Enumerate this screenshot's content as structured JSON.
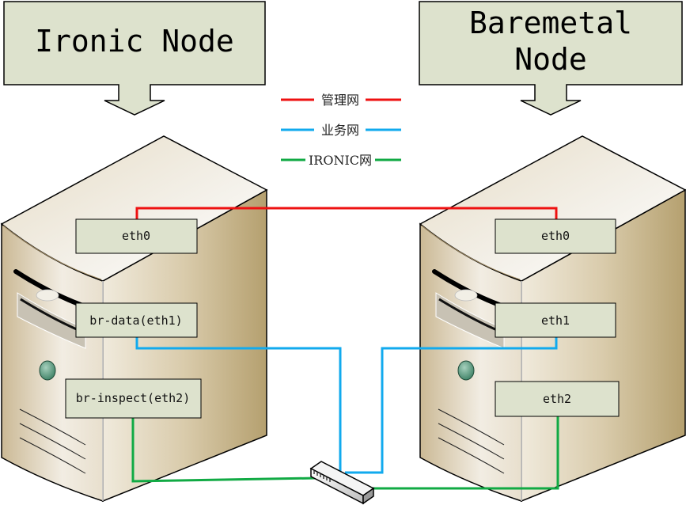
{
  "nodes": {
    "ironic": {
      "title": "Ironic Node",
      "interfaces": {
        "mgmt": "eth0",
        "data": "br-data(eth1)",
        "inspect": "br-inspect(eth2)"
      }
    },
    "baremetal": {
      "title_line1": "Baremetal",
      "title_line2": "Node",
      "interfaces": {
        "mgmt": "eth0",
        "data": "eth1",
        "inspect": "eth2"
      }
    }
  },
  "legend": [
    {
      "label": "管理网",
      "color": "#ee1111"
    },
    {
      "label": "业务网",
      "color": "#11aaee"
    },
    {
      "label": "IRONIC网",
      "color": "#11aa44"
    }
  ],
  "colors": {
    "label_box_fill": "#dde2cd",
    "mgmt_line": "#ee1111",
    "data_line": "#11aaee",
    "ironic_line": "#11aa44"
  },
  "switch": {
    "icon": "network-switch-icon"
  }
}
